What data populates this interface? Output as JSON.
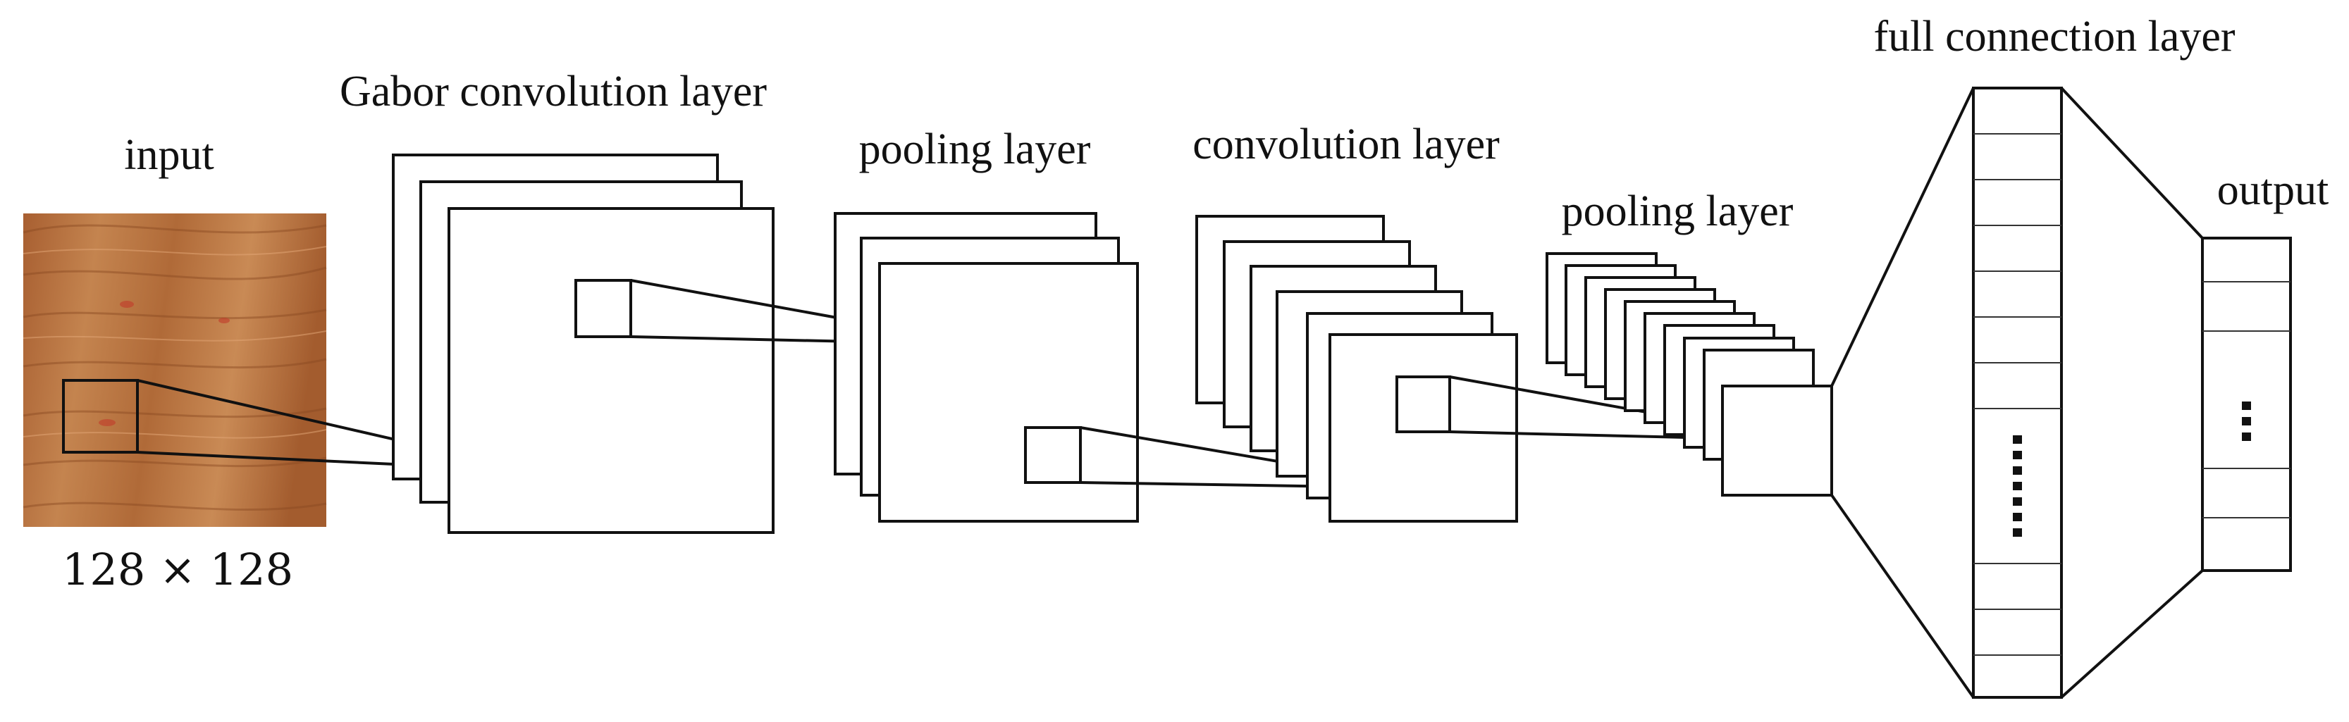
{
  "labels": {
    "input": "input",
    "input_size": "128 × 128",
    "gabor_conv": "Gabor convolution layer",
    "pooling_1": "pooling layer",
    "conv": "convolution layer",
    "pooling_2": "pooling layer",
    "full_connection": "full connection layer",
    "output": "output"
  },
  "colors": {
    "stroke": "#111111",
    "wood_base": "#b06a38",
    "wood_light": "#c98a55",
    "wood_dark": "#8a4a22"
  }
}
